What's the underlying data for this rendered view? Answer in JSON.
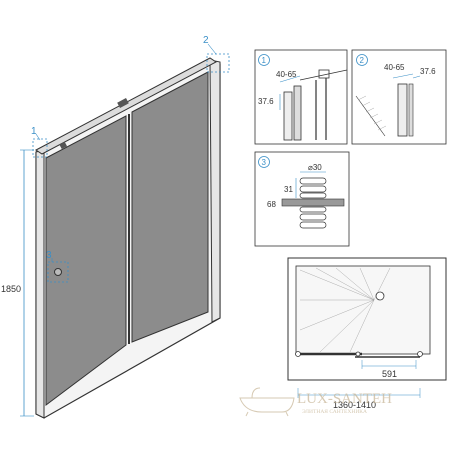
{
  "callouts": {
    "top": "2",
    "left": "1",
    "handle": "3"
  },
  "dimensions": {
    "height": "1850",
    "detail1_width": "40-65",
    "detail1_depth": "37.6",
    "detail2_width": "40-65",
    "detail2_depth": "37.6",
    "detail3_width": "⌀30",
    "detail3_height": "31",
    "detail3_offset": "68",
    "plan_panel": "591",
    "plan_total": "1360-1410"
  },
  "details": {
    "d1": "1",
    "d2": "2",
    "d3": "3"
  },
  "watermark": {
    "brand": "LUX-SANTEH",
    "tagline": "ЭЛИТНАЯ САНТЕХНИКА"
  },
  "colors": {
    "accent": "#3a8fc7",
    "line": "#333333",
    "glass": "#8c8c8c",
    "watermark": "#c9b89a"
  }
}
